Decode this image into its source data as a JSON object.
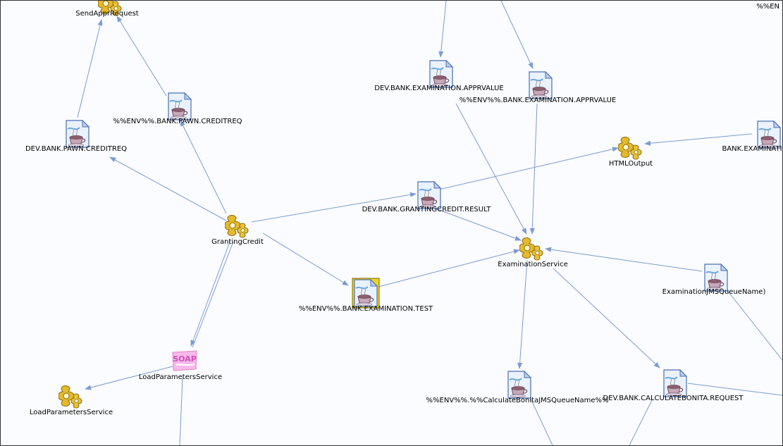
{
  "corner_label": "%%EN",
  "nodes": [
    {
      "id": "send_appr_request",
      "type": "service",
      "label": "SendApprRequest"
    },
    {
      "id": "env_pawn_creditreq",
      "type": "queue",
      "label": "%%ENV%%.BANK.PAWN.CREDITREQ"
    },
    {
      "id": "dev_pawn_creditreq",
      "type": "queue",
      "label": "DEV.BANK.PAWN.CREDITREQ"
    },
    {
      "id": "dev_exam_apprvalue",
      "type": "queue",
      "label": "DEV.BANK.EXAMINATION.APPRVALUE"
    },
    {
      "id": "env_exam_apprvalue",
      "type": "queue",
      "label": "%%ENV%%.BANK.EXAMINATION.APPRVALUE"
    },
    {
      "id": "html_output",
      "type": "service",
      "label": "HTMLOutput"
    },
    {
      "id": "bank_examinati",
      "type": "queue",
      "label": "BANK.EXAMINATI"
    },
    {
      "id": "dev_granting_result",
      "type": "queue",
      "label": "DEV.BANK.GRANTINGCREDIT.RESULT"
    },
    {
      "id": "granting_credit",
      "type": "service",
      "label": "GrantingCredit"
    },
    {
      "id": "examination_service",
      "type": "service",
      "label": "ExaminationService"
    },
    {
      "id": "exam_jms_queue",
      "type": "queue",
      "label": "ExaminationJMSQueueName)"
    },
    {
      "id": "env_exam_test",
      "type": "queue-selected",
      "label": "%%ENV%%.BANK.EXAMINATION.TEST"
    },
    {
      "id": "load_params_soap",
      "type": "soap",
      "label": "LoadParametersService"
    },
    {
      "id": "load_params_service",
      "type": "service",
      "label": "LoadParametersService"
    },
    {
      "id": "env_calc_bonita_jms",
      "type": "queue",
      "label": "%%ENV%%.%%CalculateBonitaJMSQueueName%%"
    },
    {
      "id": "dev_calc_bonita_request",
      "type": "queue",
      "label": "DEV.BANK.CALCULATEBONITA.REQUEST"
    }
  ]
}
